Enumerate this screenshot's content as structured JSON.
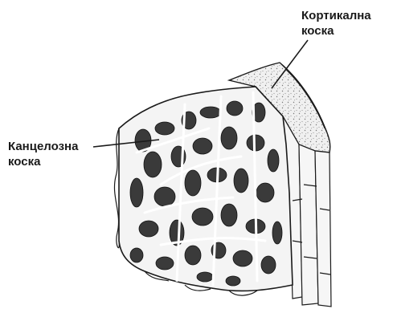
{
  "labels": {
    "cortical": {
      "line1": "Кортикална",
      "line2": "коска"
    },
    "cancellous": {
      "line1": "Канцелозна",
      "line2": "коска"
    }
  },
  "colors": {
    "ink": "#1a1a1a",
    "bone_fill": "#f4f4f4",
    "cavity_fill": "#3a3a3a",
    "cortex_fill": "#ececec"
  }
}
